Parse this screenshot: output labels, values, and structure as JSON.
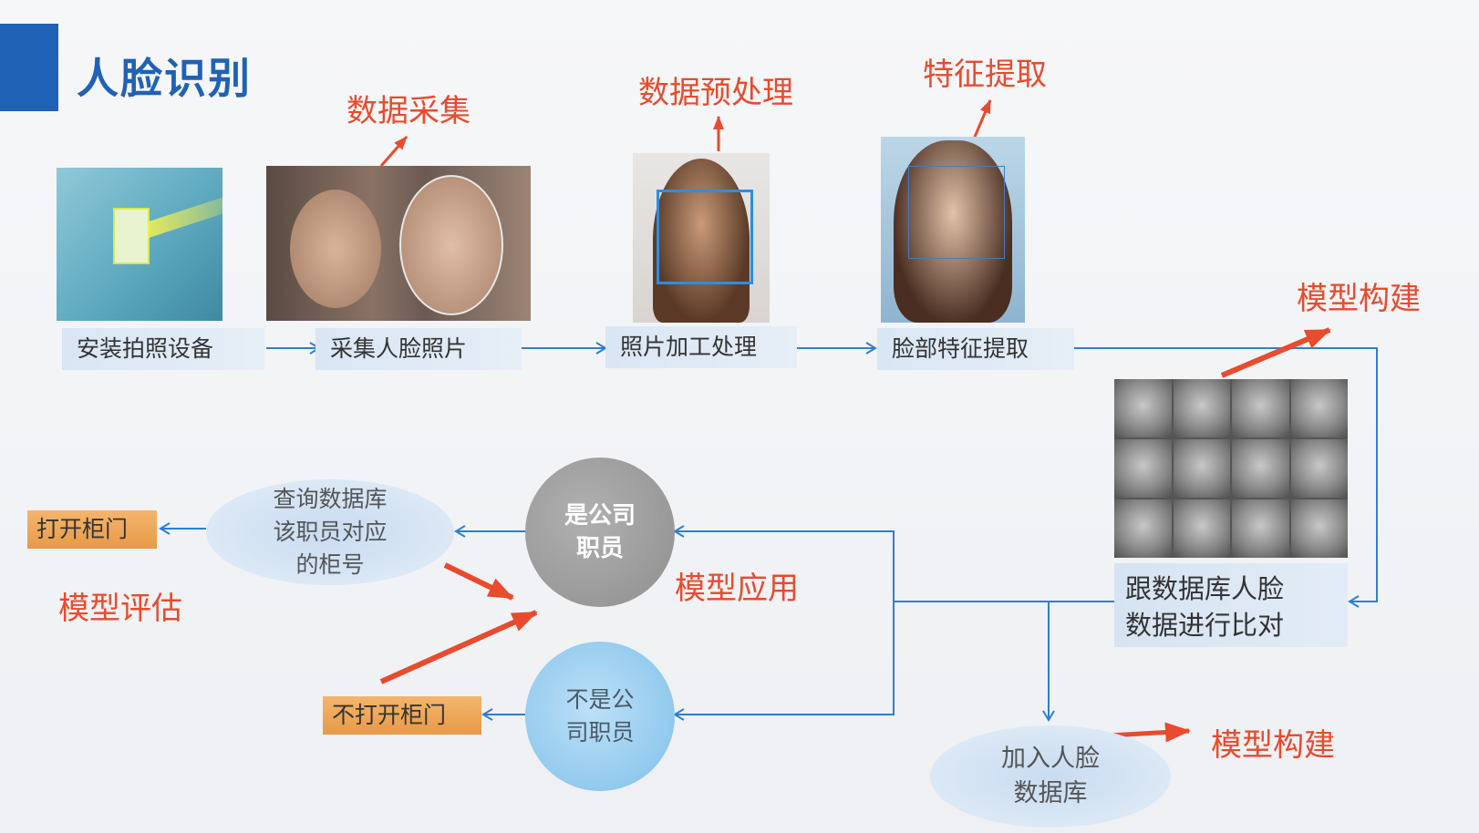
{
  "title": "人脸识别",
  "annotations": {
    "data_collection": "数据采集",
    "preprocess": "数据预处理",
    "feature_extract": "特征提取",
    "model_build_top": "模型构建",
    "model_apply": "模型应用",
    "model_eval": "模型评估",
    "model_build_bottom": "模型构建"
  },
  "steps": {
    "install": "安装拍照设备",
    "collect": "采集人脸照片",
    "process": "照片加工处理",
    "extract": "脸部特征提取"
  },
  "compare": {
    "line1": "跟数据库人脸",
    "line2": "数据进行比对"
  },
  "decision": {
    "yes_line1": "是公司",
    "yes_line2": "职员",
    "no_line1": "不是公",
    "no_line2": "司职员"
  },
  "query": {
    "line1": "查询数据库",
    "line2": "该职员对应",
    "line3": "的柜号"
  },
  "outcomes": {
    "open": "打开柜门",
    "not_open": "不打开柜门"
  },
  "add_db": {
    "line1": "加入人脸",
    "line2": "数据库"
  },
  "colors": {
    "accent": "#1f62b6",
    "annotation": "#e84b2d",
    "connector": "#2f7fd1",
    "outcome": "#eea553"
  }
}
